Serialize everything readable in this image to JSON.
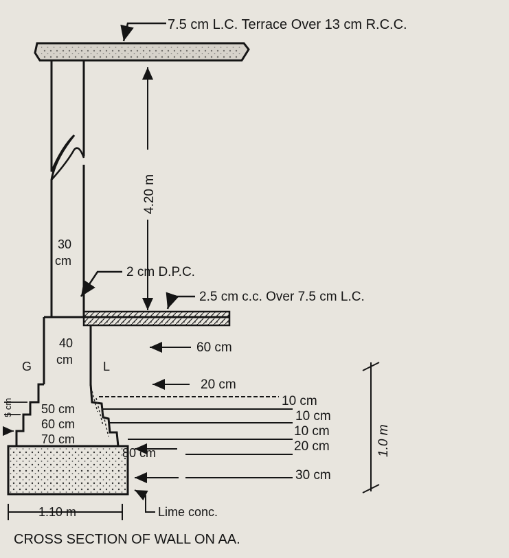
{
  "title": "CROSS SECTION OF WALL ON AA.",
  "labels": {
    "terrace": "7.5 cm L.C. Terrace Over 13 cm R.C.C.",
    "height": "4.20 m",
    "wall_thickness_top": "30",
    "wall_thickness_top_unit": "cm",
    "dpc": "2 cm D.P.C.",
    "floor": "2.5 cm c.c. Over 7.5 cm L.C.",
    "plinth_width": "40",
    "plinth_width_unit": "cm",
    "floor_depth": "60 cm",
    "ground_mark": "G",
    "floor_mark": "L",
    "plinth_gap": "20 cm",
    "footing_step_1": "50 cm",
    "footing_step_2": "60 cm",
    "footing_step_3": "70 cm",
    "footing_base": "80 cm",
    "offset_mark": "5 cm",
    "step_depth_1": "10 cm",
    "step_depth_2": "10 cm",
    "step_depth_3": "10 cm",
    "step_depth_4": "20 cm",
    "concrete_depth": "30 cm",
    "foundation_depth": "1.0 m",
    "foundation_width": "1.10 m",
    "concrete_label": "Lime conc."
  },
  "colors": {
    "ink": "#151515",
    "paper": "#e8e5de",
    "slab_fill": "#d6d2ca"
  }
}
